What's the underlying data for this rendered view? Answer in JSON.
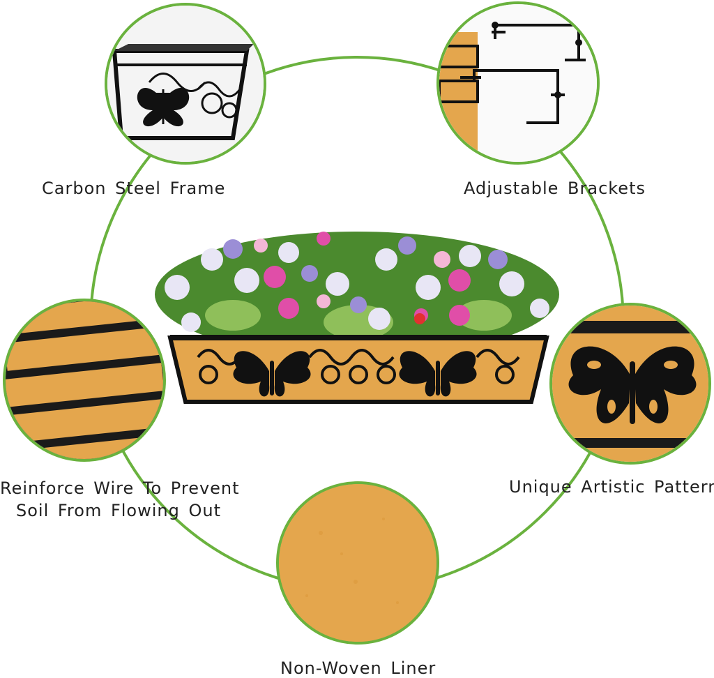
{
  "features": {
    "frame": "Carbon Steel Frame",
    "brackets": "Adjustable Brackets",
    "wire_line1": "Reinforce Wire To Prevent",
    "wire_line2": "Soil From Flowing Out",
    "pattern": "Unique Artistic Pattern",
    "liner": "Non-Woven Liner"
  },
  "colors": {
    "accent_green": "#6ab23e",
    "liner_tan": "#e4a64d",
    "steel_black": "#1a1a1a"
  }
}
